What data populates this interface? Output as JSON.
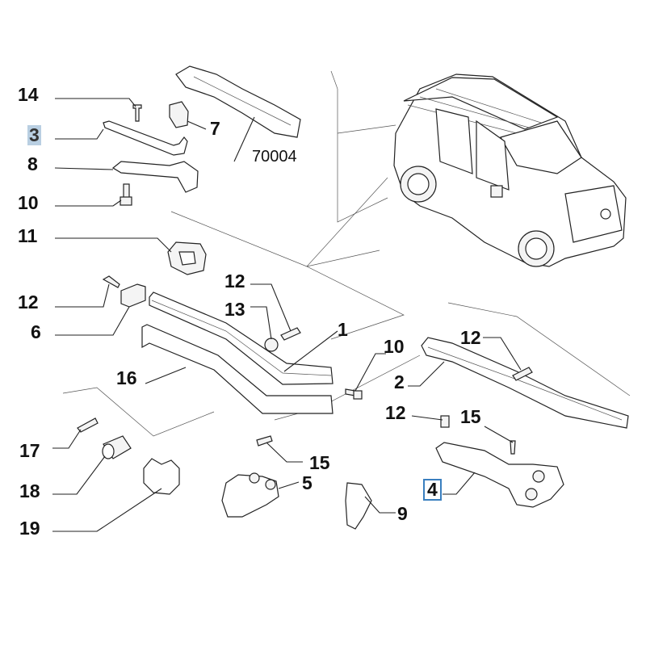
{
  "diagram": {
    "callouts": [
      {
        "id": "c14a",
        "text": "14"
      },
      {
        "id": "c3",
        "text": "3"
      },
      {
        "id": "c8",
        "text": "8"
      },
      {
        "id": "c10a",
        "text": "10"
      },
      {
        "id": "c11",
        "text": "11"
      },
      {
        "id": "c7",
        "text": "7"
      },
      {
        "id": "c70004",
        "text": "70004"
      },
      {
        "id": "c12a",
        "text": "12"
      },
      {
        "id": "c6",
        "text": "6"
      },
      {
        "id": "c12b",
        "text": "12"
      },
      {
        "id": "c13",
        "text": "13"
      },
      {
        "id": "c1",
        "text": "1"
      },
      {
        "id": "c16",
        "text": "16"
      },
      {
        "id": "c10b",
        "text": "10"
      },
      {
        "id": "c12c",
        "text": "12"
      },
      {
        "id": "c2",
        "text": "2"
      },
      {
        "id": "c12d",
        "text": "12"
      },
      {
        "id": "c15a",
        "text": "15"
      },
      {
        "id": "c17",
        "text": "17"
      },
      {
        "id": "c18",
        "text": "18"
      },
      {
        "id": "c19",
        "text": "19"
      },
      {
        "id": "c15b",
        "text": "15"
      },
      {
        "id": "c5",
        "text": "5"
      },
      {
        "id": "c9",
        "text": "9"
      },
      {
        "id": "c4",
        "text": "4"
      }
    ]
  }
}
